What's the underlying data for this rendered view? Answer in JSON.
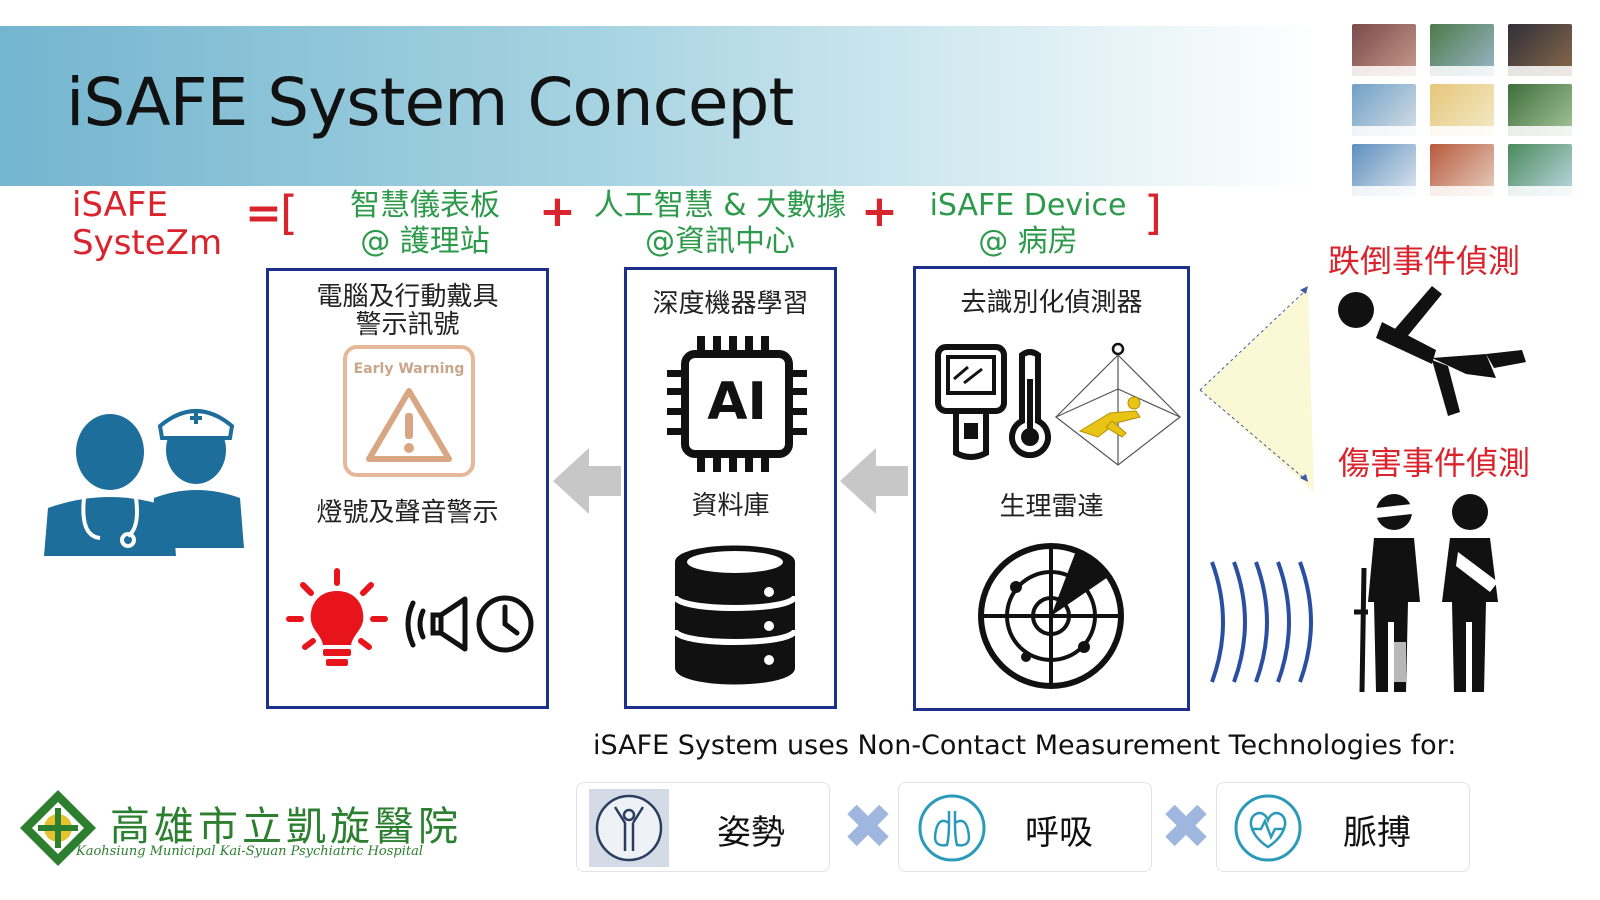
{
  "title": "iSAFE System Concept",
  "equation": {
    "lhs_line1": "iSAFE",
    "lhs_line2": "SysteZm",
    "equals": "=",
    "open_bracket": "[",
    "close_bracket": "]",
    "plus": "+",
    "components": [
      {
        "line1": "智慧儀表板",
        "line2": "@ 護理站"
      },
      {
        "line1": "人工智慧 & 大數據",
        "line2": "@資訊中心"
      },
      {
        "line1": "iSAFE Device",
        "line2": "@ 病房"
      }
    ]
  },
  "panels": {
    "left": {
      "heading_line1": "電腦及行動戴具",
      "heading_line2": "警示訊號",
      "badge": "Early Warning",
      "subheading": "燈號及聲音警示"
    },
    "middle": {
      "heading": "深度機器學習",
      "chip_label": "AI",
      "subheading": "資料庫"
    },
    "right": {
      "heading": "去識別化偵測器",
      "subheading": "生理雷達"
    }
  },
  "detections": {
    "fall": "跌倒事件偵測",
    "injury": "傷害事件偵測"
  },
  "caption": "iSAFE System uses Non-Contact Measurement Technologies for:",
  "measurements": [
    {
      "label": "姿勢",
      "icon": "posture-icon"
    },
    {
      "label": "呼吸",
      "icon": "lungs-icon"
    },
    {
      "label": "脈搏",
      "icon": "heart-pulse-icon"
    }
  ],
  "logo": {
    "name_cn": "高雄市立凱旋醫院",
    "name_en": "Kaohsiung Municipal Kai-Syuan Psychiatric Hospital"
  },
  "colors": {
    "accent_red": "#d9232d",
    "accent_green": "#2c9a4a",
    "panel_border": "#1c2f8a",
    "staff_blue": "#1e6e9c"
  }
}
